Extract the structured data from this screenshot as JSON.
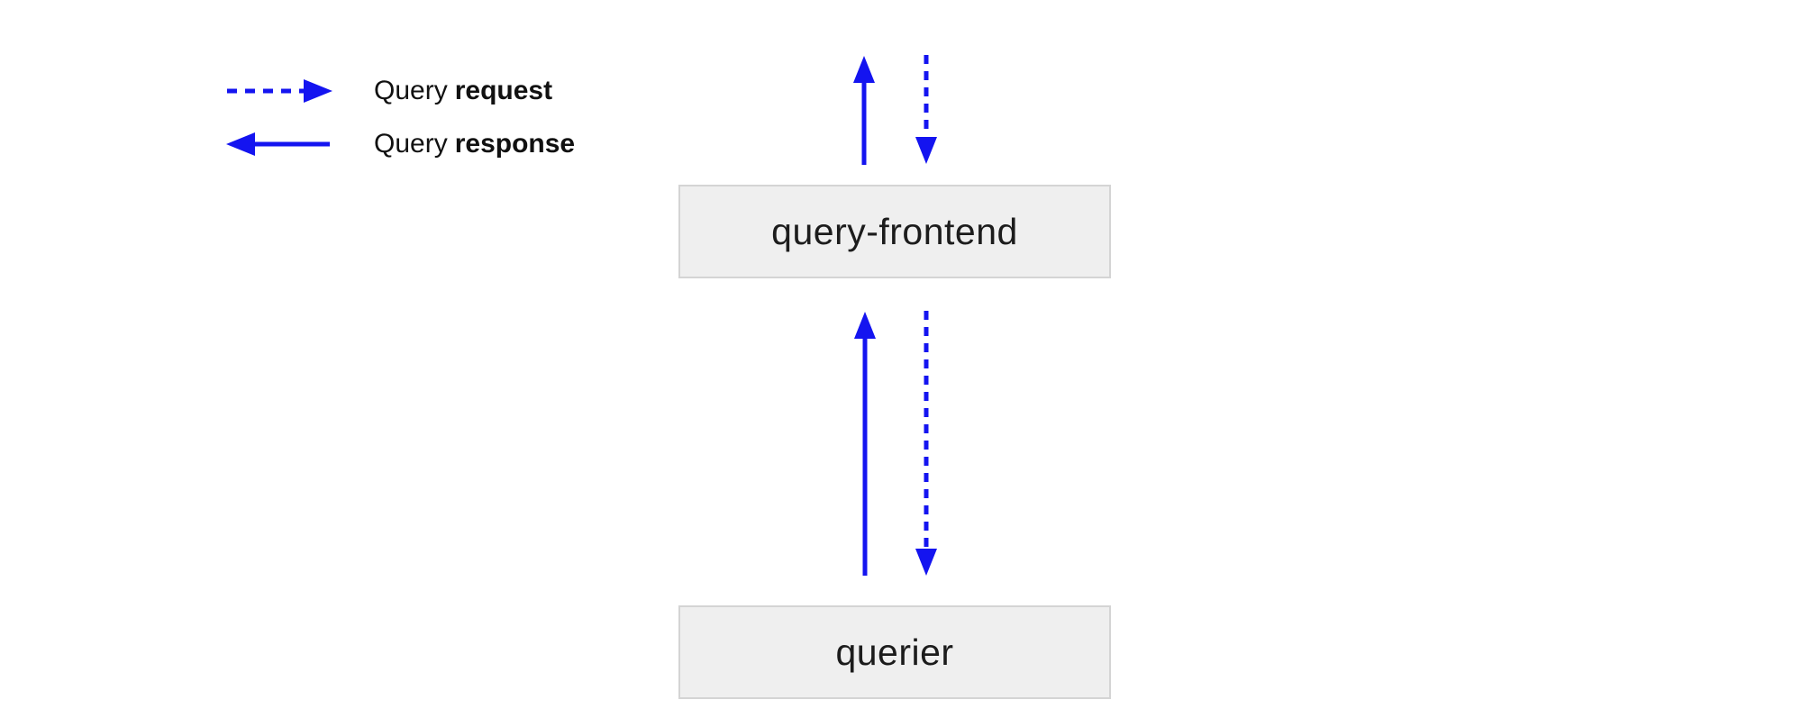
{
  "colors": {
    "arrow": "#1414f0",
    "node_fill": "#efefef",
    "node_border": "#d4d4d4",
    "label_text": "#1c1c1c",
    "legend_text": "#111111",
    "background": "#ffffff"
  },
  "legend": {
    "items": [
      {
        "prefix": "Query",
        "emphasis": "request",
        "line_style": "dashed",
        "direction": "right"
      },
      {
        "prefix": "Query",
        "emphasis": "response",
        "line_style": "solid",
        "direction": "left"
      }
    ]
  },
  "nodes": {
    "query_frontend": {
      "label": "query-frontend"
    },
    "querier": {
      "label": "querier"
    }
  },
  "arrows": [
    {
      "location": "above-query-frontend",
      "direction": "up",
      "style": "solid",
      "meaning": "Query response"
    },
    {
      "location": "above-query-frontend",
      "direction": "down",
      "style": "dashed",
      "meaning": "Query request"
    },
    {
      "location": "between-query-frontend-and-querier",
      "direction": "up",
      "style": "solid",
      "meaning": "Query response"
    },
    {
      "location": "between-query-frontend-and-querier",
      "direction": "down",
      "style": "dashed",
      "meaning": "Query request"
    }
  ]
}
